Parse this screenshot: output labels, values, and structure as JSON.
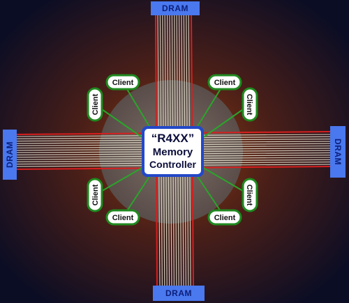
{
  "colors": {
    "background_outer": "#0b0d24",
    "background_glow": "#7a2f10",
    "dram_block": "#4a78ee",
    "dram_text": "#0b1f7a",
    "bus_line": "#d9d3c2",
    "bus_edge": "#d61f1f",
    "client_border": "#1f8a1f",
    "client_fill": "#ffffff",
    "controller_border": "#2348c8",
    "hub_disc": "#6b6b6b"
  },
  "dram": {
    "top": "DRAM",
    "bottom": "DRAM",
    "left": "DRAM",
    "right": "DRAM"
  },
  "clients": [
    "Client",
    "Client",
    "Client",
    "Client",
    "Client",
    "Client",
    "Client",
    "Client"
  ],
  "controller": {
    "line1": "“R4XX”",
    "line2": "Memory",
    "line3": "Controller"
  }
}
